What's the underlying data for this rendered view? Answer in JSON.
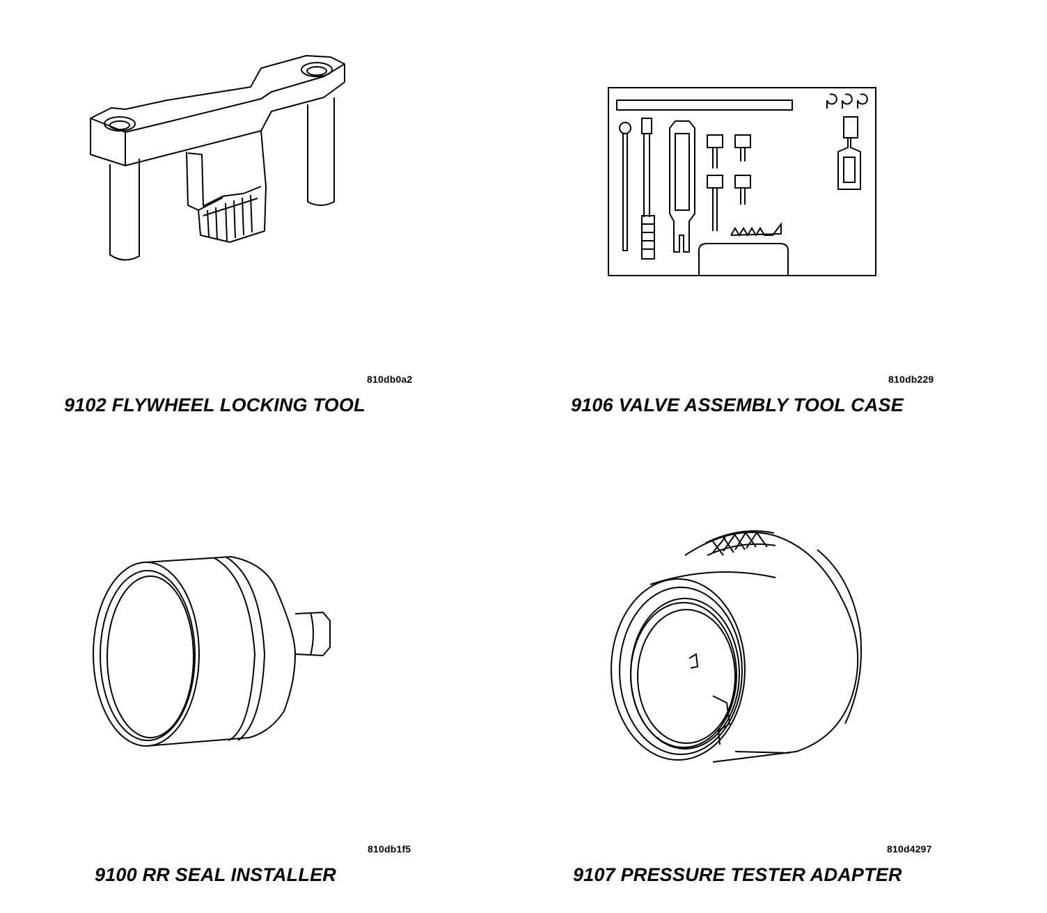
{
  "tools": [
    {
      "id": "flywheel",
      "code": "810db0a2",
      "caption": "9102 FLYWHEEL LOCKING TOOL"
    },
    {
      "id": "valve-case",
      "code": "810db229",
      "caption": "9106 VALVE ASSEMBLY TOOL CASE"
    },
    {
      "id": "seal-installer",
      "code": "810db1f5",
      "caption": "9100 RR SEAL INSTALLER"
    },
    {
      "id": "pressure-adapter",
      "code": "810d4297",
      "caption": "9107 PRESSURE TESTER ADAPTER"
    }
  ]
}
